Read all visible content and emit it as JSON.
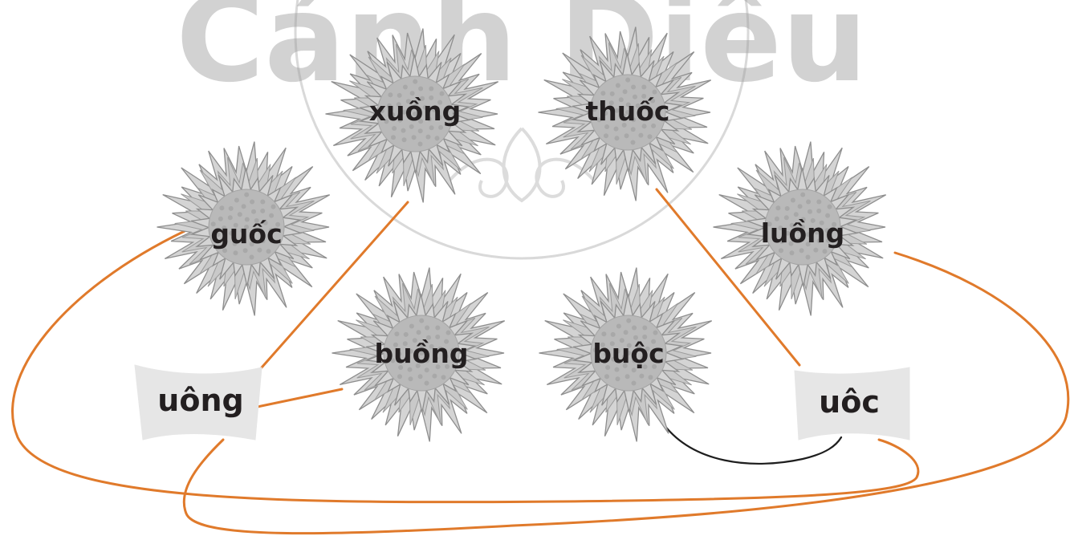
{
  "watermark": {
    "text": "Cánh Diều"
  },
  "flowers": [
    {
      "id": "xuong",
      "word": "xuồng"
    },
    {
      "id": "thuoc",
      "word": "thuốc"
    },
    {
      "id": "guoc",
      "word": "guốc"
    },
    {
      "id": "luong",
      "word": "luồng"
    },
    {
      "id": "buong",
      "word": "buồng"
    },
    {
      "id": "buoc",
      "word": "buộc"
    }
  ],
  "flags": [
    {
      "id": "uong",
      "word": "uông"
    },
    {
      "id": "uoc",
      "word": "uôc"
    }
  ],
  "connections": [
    {
      "from": "xuong",
      "to": "uong",
      "color": "#e07a2b"
    },
    {
      "from": "buong",
      "to": "uong",
      "color": "#e07a2b"
    },
    {
      "from": "luong",
      "to": "uong",
      "color": "#e07a2b"
    },
    {
      "from": "thuoc",
      "to": "uoc",
      "color": "#e07a2b"
    },
    {
      "from": "guoc",
      "to": "uoc",
      "color": "#e07a2b"
    },
    {
      "from": "buoc",
      "to": "uoc",
      "color": "#1e1e1e"
    }
  ]
}
